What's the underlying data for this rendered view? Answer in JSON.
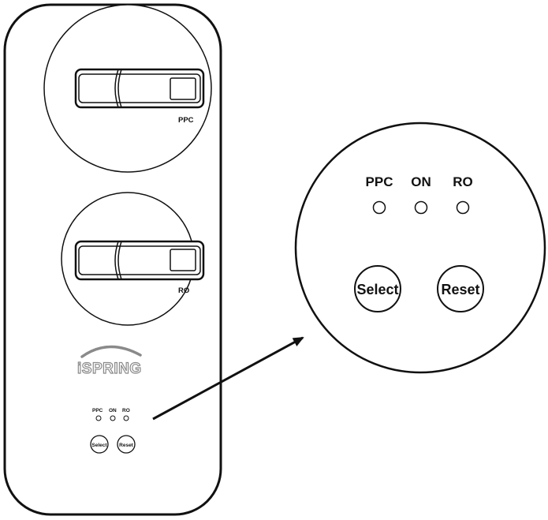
{
  "filters": [
    {
      "label": "PPC"
    },
    {
      "label": "RO"
    }
  ],
  "logo": {
    "text": "iSPRING"
  },
  "panel": {
    "indicators": [
      "PPC",
      "ON",
      "RO"
    ],
    "buttons": {
      "select": "Select",
      "reset": "Reset"
    }
  },
  "colors": {
    "line": "#111111",
    "logo": "#8a8a8a",
    "background": "#ffffff"
  }
}
